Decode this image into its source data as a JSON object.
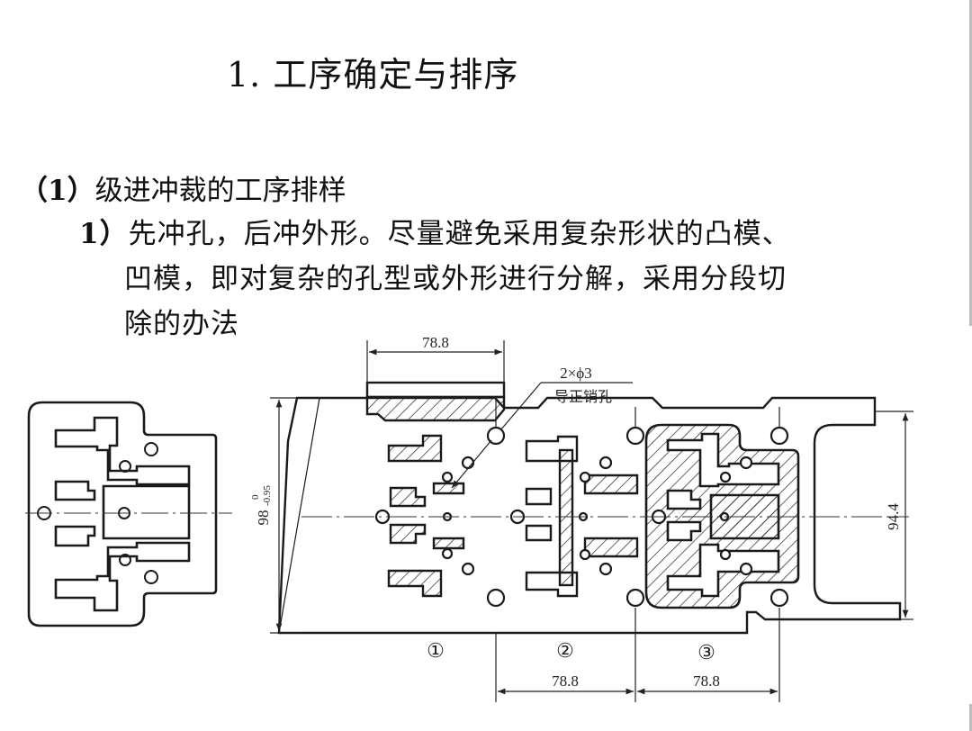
{
  "slide": {
    "title": "1. 工序确定与排序",
    "section_heading": {
      "number": "（1）",
      "text": "级进冲裁的工序排样"
    },
    "point": {
      "number": "1）",
      "lines": [
        "先冲孔，后冲外形。尽量避免采用复杂形状的凸模、",
        "凹模，即对复杂的孔型或外形进行分解，采用分段切",
        "除的办法。"
      ]
    }
  },
  "figure": {
    "dimension_top": "78.8",
    "pilot_hole_spec": "2×ϕ3",
    "pilot_hole_label": "导正销孔",
    "strip_width_main": "98",
    "strip_width_tol_upper": "0",
    "strip_width_tol_lower": "-0.95",
    "strip_width_right": "94.4",
    "station_labels": [
      "①",
      "②",
      "③"
    ],
    "pitch_dims": [
      "78.8",
      "78.8"
    ]
  },
  "colors": {
    "text": "#111111",
    "line": "#1a1a1a",
    "edge": "#bdbdbd"
  }
}
